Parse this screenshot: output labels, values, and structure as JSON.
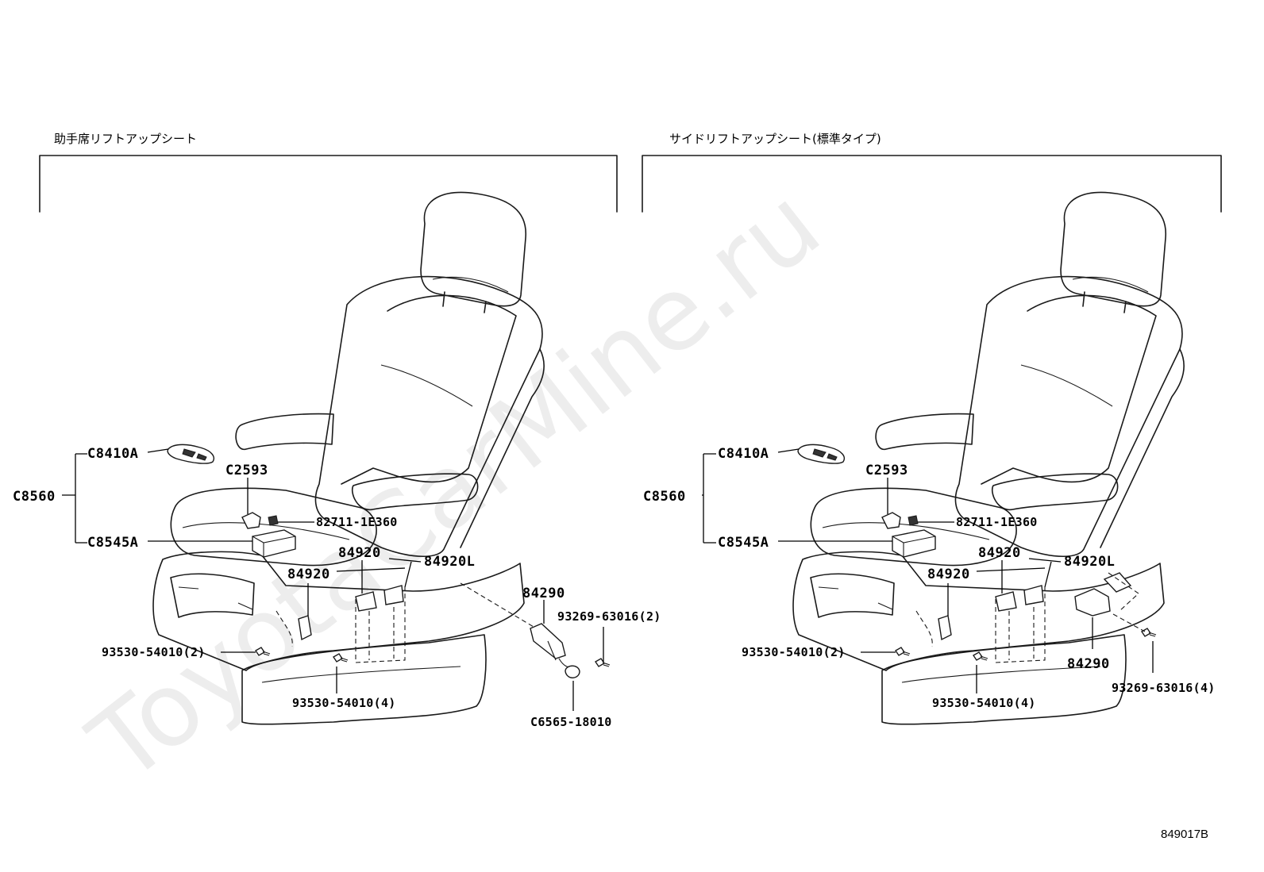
{
  "sections": {
    "left": {
      "title": "助手席リフトアップシート"
    },
    "right": {
      "title": "サイドリフトアップシート(標準タイプ)"
    }
  },
  "left_labels": {
    "assembly": "C8560",
    "remote": "C8410A",
    "module": "C8545A",
    "connector": "C2593",
    "clip": "82711-1E360",
    "sensor_a": "84920",
    "sensor_b": "84920",
    "sensor_l": "84920L",
    "bolt_side": "93530-54010(2)",
    "bolt_bottom": "93530-54010(4)",
    "switch": "84290",
    "screw": "93269-63016(2)",
    "connector_bottom": "C6565-18010"
  },
  "right_labels": {
    "assembly": "C8560",
    "remote": "C8410A",
    "module": "C8545A",
    "connector": "C2593",
    "clip": "82711-1E360",
    "sensor_a": "84920",
    "sensor_b": "84920",
    "sensor_l": "84920L",
    "bolt_side": "93530-54010(2)",
    "bolt_bottom": "93530-54010(4)",
    "switch": "84290",
    "screw": "93269-63016(4)"
  },
  "watermark": "ToyotaCarMine.ru",
  "diagram_code": "849017B"
}
